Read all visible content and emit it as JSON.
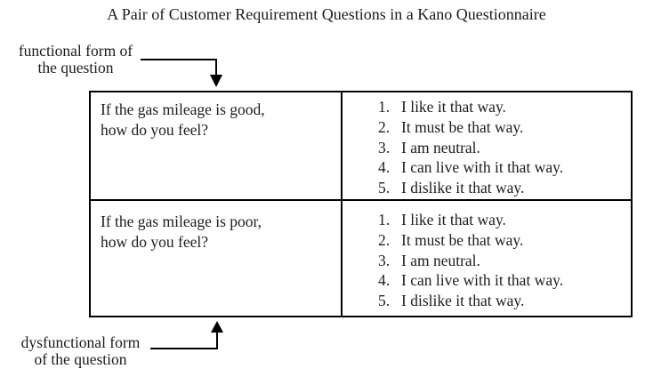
{
  "title": "A Pair of Customer Requirement Questions in a Kano Questionnaire",
  "labels": {
    "functional": {
      "line1": "functional form of",
      "line2": "the question"
    },
    "dysfunctional": {
      "line1": "dysfunctional form",
      "line2": "of the question"
    }
  },
  "table": {
    "rows": [
      {
        "question_line1": "If the gas mileage is good,",
        "question_line2": "how do you feel?",
        "options": [
          {
            "num": "1.",
            "text": "I like it that way."
          },
          {
            "num": "2.",
            "text": "It must be that way."
          },
          {
            "num": "3.",
            "text": "I am neutral."
          },
          {
            "num": "4.",
            "text": "I can live with it that way."
          },
          {
            "num": "5.",
            "text": "I dislike it that way."
          }
        ]
      },
      {
        "question_line1": "If the gas mileage is poor,",
        "question_line2": "how do you feel?",
        "options": [
          {
            "num": "1.",
            "text": "I like it that way."
          },
          {
            "num": "2.",
            "text": "It must be that way."
          },
          {
            "num": "3.",
            "text": "I am neutral."
          },
          {
            "num": "4.",
            "text": "I can live with it that way."
          },
          {
            "num": "5.",
            "text": "I dislike it that way."
          }
        ]
      }
    ]
  },
  "colors": {
    "text": "#1c1c1c",
    "line": "#000000",
    "background": "#ffffff"
  }
}
